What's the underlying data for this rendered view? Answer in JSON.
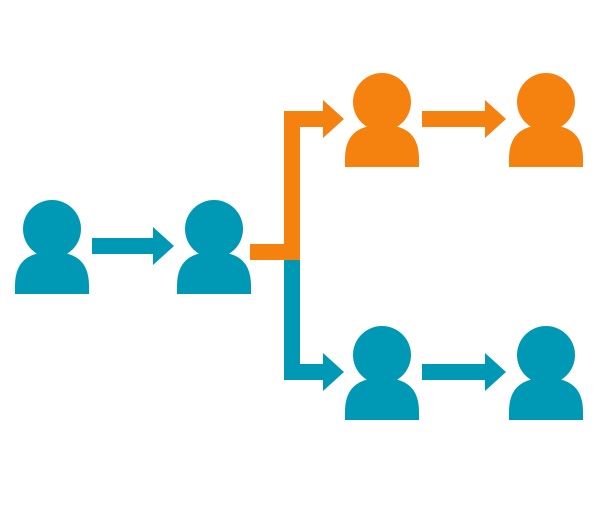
{
  "colors": {
    "teal": "#0099B5",
    "orange": "#F5820F",
    "background": "#FFFFFF"
  },
  "nodes": [
    {
      "id": "p1",
      "icon": "person-icon",
      "color": "teal"
    },
    {
      "id": "p2",
      "icon": "person-icon",
      "color": "teal"
    },
    {
      "id": "p3",
      "icon": "person-icon",
      "color": "orange"
    },
    {
      "id": "p4",
      "icon": "person-icon",
      "color": "orange"
    },
    {
      "id": "p5",
      "icon": "person-icon",
      "color": "teal"
    },
    {
      "id": "p6",
      "icon": "person-icon",
      "color": "teal"
    }
  ],
  "edges": [
    {
      "from": "p1",
      "to": "p2",
      "color": "teal"
    },
    {
      "from": "p2",
      "to": "p3",
      "color": "orange"
    },
    {
      "from": "p3",
      "to": "p4",
      "color": "orange"
    },
    {
      "from": "p2",
      "to": "p5",
      "color": "teal"
    },
    {
      "from": "p5",
      "to": "p6",
      "color": "teal"
    }
  ]
}
